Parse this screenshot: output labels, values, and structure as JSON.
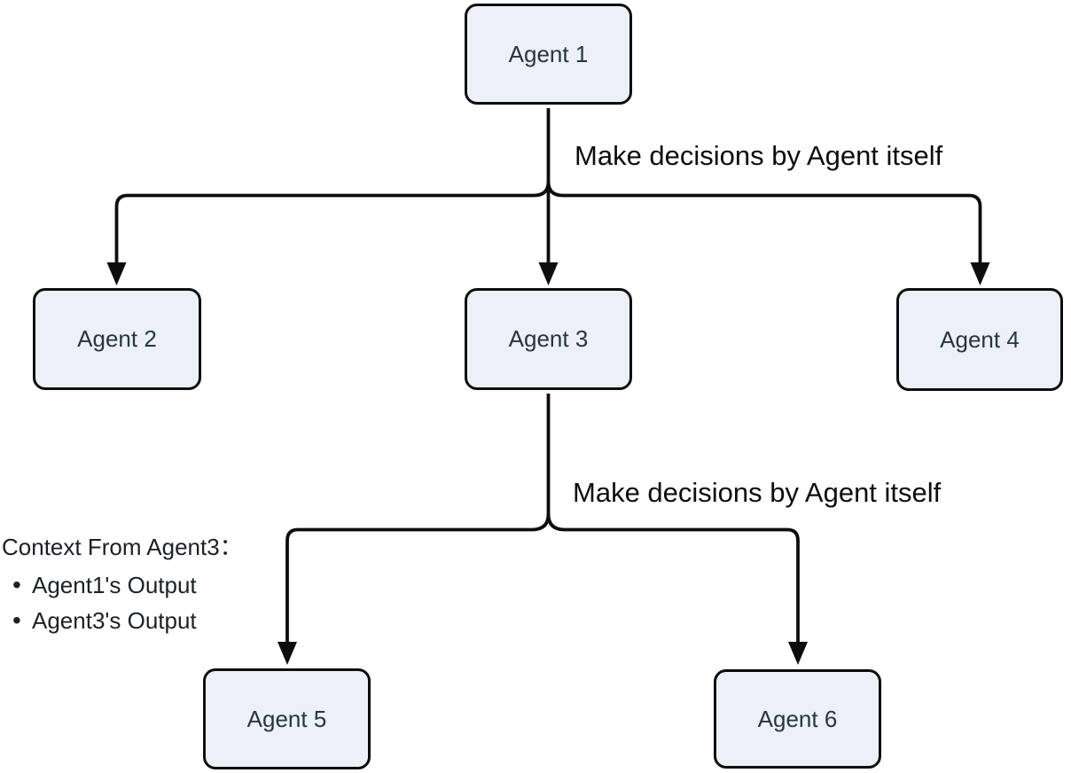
{
  "diagram": {
    "nodes": {
      "agent1": {
        "label": "Agent 1"
      },
      "agent2": {
        "label": "Agent 2"
      },
      "agent3": {
        "label": "Agent 3"
      },
      "agent4": {
        "label": "Agent 4"
      },
      "agent5": {
        "label": "Agent 5"
      },
      "agent6": {
        "label": "Agent 6"
      }
    },
    "edge_labels": {
      "top": "Make decisions by Agent itself",
      "bottom": "Make decisions by Agent itself"
    },
    "annotation": {
      "title": "Context From Agent3：",
      "items": [
        "Agent1's Output",
        "Agent3's Output"
      ]
    },
    "colors": {
      "node_fill": "#ECF1F9",
      "node_border": "#0D0D0D",
      "edge_line": "#0D0D0D",
      "node_text": "#2D333B",
      "label_text": "#0D0D0D"
    }
  }
}
